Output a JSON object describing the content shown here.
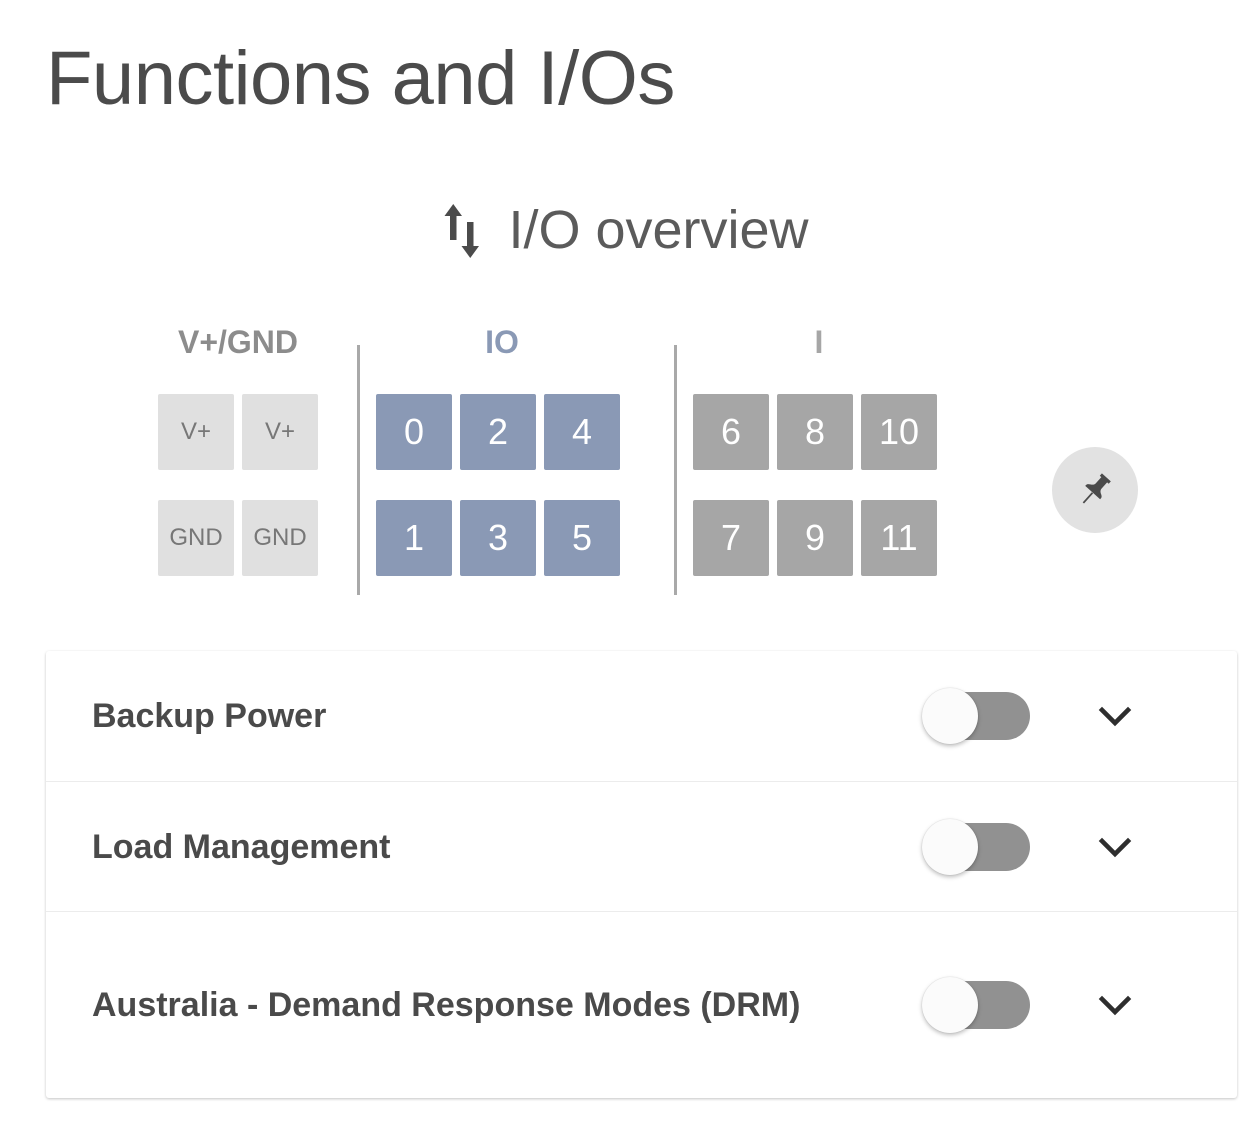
{
  "page": {
    "title": "Functions and I/Os"
  },
  "io_overview": {
    "heading": "I/O overview",
    "icon": "up-down-arrows-icon",
    "groups": [
      {
        "label": "V+/GND",
        "kind": "power",
        "label_color": "#8c8c8c",
        "tile_bg": "#e0e0e0",
        "tile_text_color": "#777777",
        "rows": [
          [
            "V+",
            "V+"
          ],
          [
            "GND",
            "GND"
          ]
        ]
      },
      {
        "label": "IO",
        "kind": "io",
        "label_color": "#8a99b5",
        "tile_bg": "#8a99b5",
        "tile_text_color": "#ffffff",
        "rows": [
          [
            "0",
            "2",
            "4"
          ],
          [
            "1",
            "3",
            "5"
          ]
        ]
      },
      {
        "label": "I",
        "kind": "input",
        "label_color": "#a6a6a6",
        "tile_bg": "#a6a6a6",
        "tile_text_color": "#ffffff",
        "rows": [
          [
            "6",
            "8",
            "10"
          ],
          [
            "7",
            "9",
            "11"
          ]
        ]
      }
    ],
    "pin_button": {
      "icon": "pushpin-icon",
      "bg": "#e2e2e2",
      "icon_color": "#4b4b4b"
    }
  },
  "functions": {
    "items": [
      {
        "label": "Backup Power",
        "toggle_on": false,
        "expand_icon": "chevron-down-icon"
      },
      {
        "label": "Load Management",
        "toggle_on": false,
        "expand_icon": "chevron-down-icon"
      },
      {
        "label": "Australia - Demand Response Modes (DRM)",
        "toggle_on": false,
        "expand_icon": "chevron-down-icon"
      }
    ]
  },
  "colors": {
    "io_accent": "#8a99b5",
    "input_gray": "#a6a6a6",
    "power_gray": "#e0e0e0",
    "toggle_off_track": "#919191",
    "text_primary": "#4a4a4a"
  }
}
